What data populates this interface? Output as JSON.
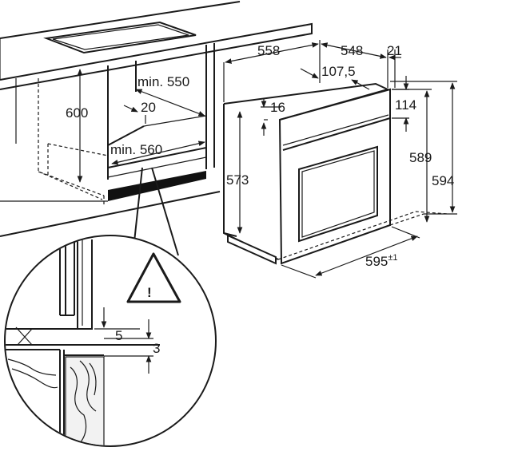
{
  "dimensions": {
    "cabinet_height": "600",
    "cabinet_depth": "min. 550",
    "cabinet_width": "min. 560",
    "ventilation_gap": "20",
    "oven_depth_total": "558",
    "oven_depth_body": "548",
    "front_thickness": "21",
    "panel_offset": "107,5",
    "top_edge": "16",
    "control_panel_height": "114",
    "oven_height_body": "573",
    "oven_height_front": "589",
    "oven_height_total": "594",
    "oven_width": "595",
    "oven_width_tolerance": "±1",
    "detail_gap_a": "5",
    "detail_gap_b": "3"
  },
  "warning": {
    "symbol": "!"
  }
}
